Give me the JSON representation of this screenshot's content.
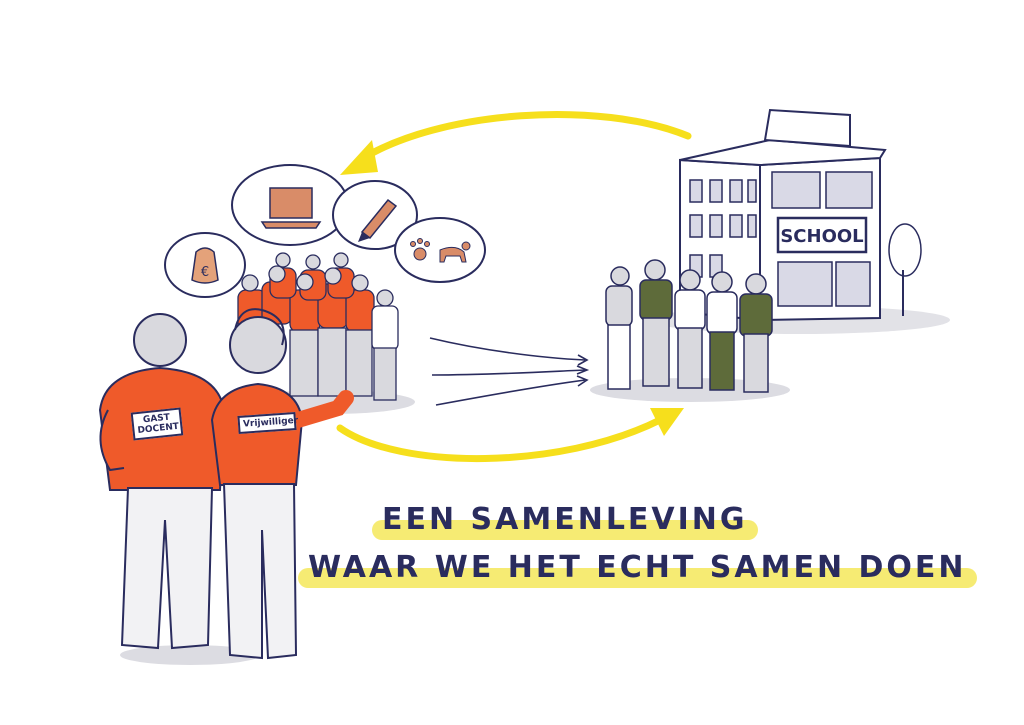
{
  "building": {
    "sign": "SCHOOL"
  },
  "badges": {
    "guest_teacher": "GAST DOCENT",
    "volunteer": "Vrijwilliger"
  },
  "slogan": {
    "line1": "EEN SAMENLEVING",
    "line2": "WAAR WE HET ECHT SAMEN DOEN"
  },
  "icons": {
    "bubble1": "money-bag-icon",
    "bubble2": "laptop-icon",
    "bubble3": "pencil-icon",
    "bubble4": "paw-and-dog-icon"
  },
  "colors": {
    "orange": "#ef5a2a",
    "yellow": "#f6df1c",
    "ink": "#2a2c5e",
    "olive": "#5e6b3a",
    "grey": "#d9d9de"
  }
}
